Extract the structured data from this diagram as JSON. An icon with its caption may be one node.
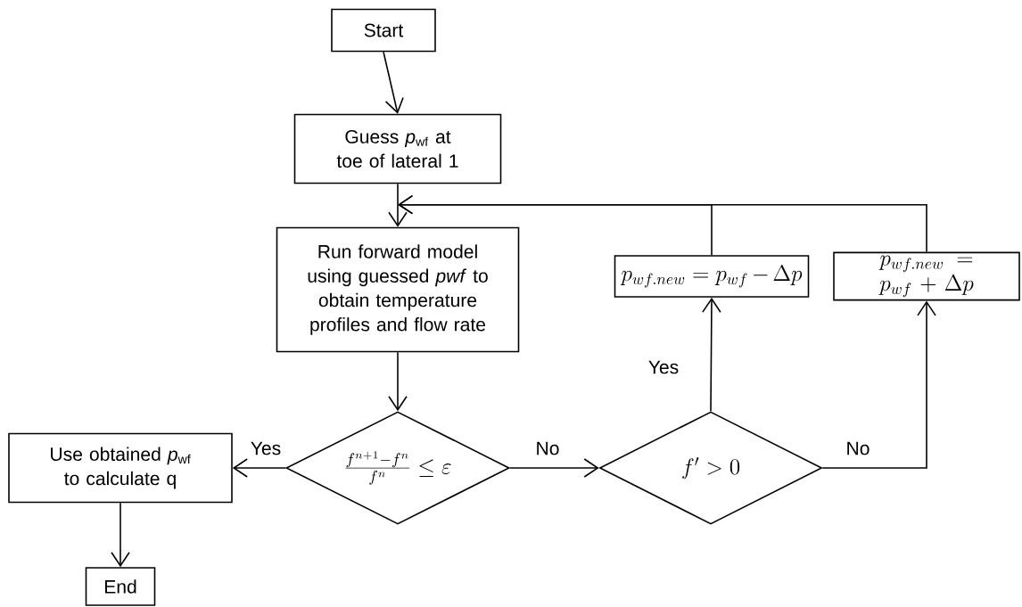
{
  "diagram": {
    "nodes": [
      {
        "text": [
          "Start"
        ]
      },
      {
        "text": [
          "Guess *p*$_{wf}$ at toe of lateral 1"
        ]
      },
      {
        "text": [
          "Run forward model using guessed *pwf* to obtain temperature profiles and flow rate"
        ]
      },
      {
        "text": [
          "\\frac{f^{n+1}-f^{n}}{f^{n}} \\le \\varepsilon"
        ]
      },
      {
        "text": [
          "f' > 0"
        ]
      },
      {
        "text": [
          "p_{wf.new} = p_{wf} - \\Delta p"
        ]
      },
      {
        "text": [
          "p_{wf.new} = p_{wf} + \\Delta p"
        ]
      },
      {
        "text": [
          "Use obtained *p*$_{wf}$ to calculate q"
        ]
      },
      {
        "text": [
          "End"
        ]
      }
    ],
    "edges": [
      {
        "from": 0,
        "to": 1,
        "arrow": "to"
      },
      {
        "from": 1,
        "to": 2,
        "arrow": "to"
      },
      {
        "from": 2,
        "to": 3,
        "arrow": "to"
      },
      {
        "from": 3,
        "to": 7,
        "arrow": "to",
        "label": "Yes"
      },
      {
        "from": 3,
        "to": 4,
        "arrow": "to",
        "label": "No"
      },
      {
        "from": 4,
        "to": 5,
        "arrow": "to",
        "label": "Yes"
      },
      {
        "from": 4,
        "to": 6,
        "arrow": "to",
        "label": "No"
      },
      {
        "from": 5,
        "to": 2,
        "arrow": "to"
      },
      {
        "from": 6,
        "to": 2,
        "arrow": "to"
      },
      {
        "from": 7,
        "to": 8,
        "arrow": "to"
      }
    ]
  }
}
